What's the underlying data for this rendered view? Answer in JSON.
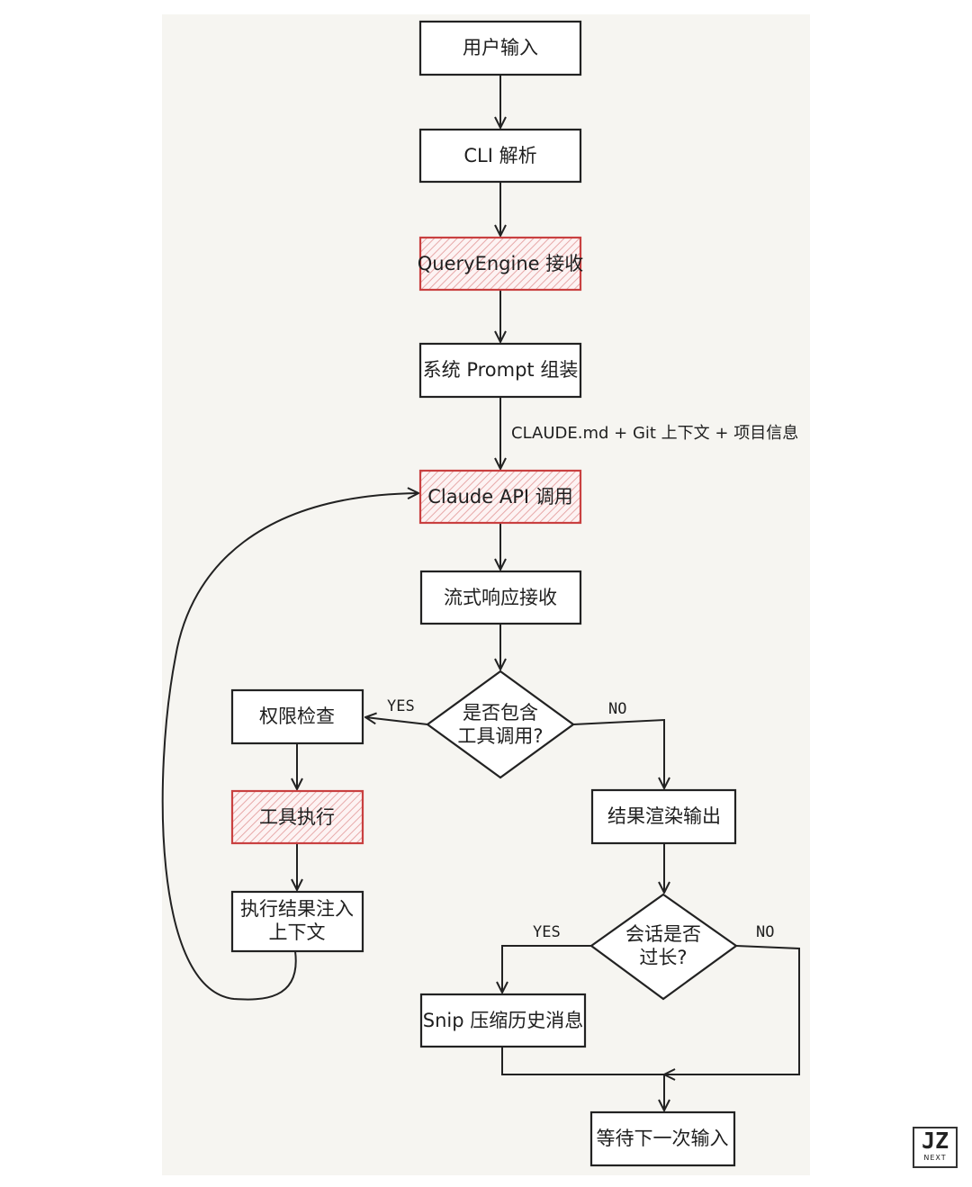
{
  "nodes": {
    "user_input": "用户输入",
    "cli_parse": "CLI 解析",
    "query_engine": "QueryEngine 接收",
    "system_prompt": "系统 Prompt 组装",
    "claude_api": "Claude API 调用",
    "stream_recv": "流式响应接收",
    "has_tool_line1": "是否包含",
    "has_tool_line2": "工具调用?",
    "permission_check": "权限检查",
    "tool_exec": "工具执行",
    "inject_line1": "执行结果注入",
    "inject_line2": "上下文",
    "render_output": "结果渲染输出",
    "too_long_line1": "会话是否",
    "too_long_line2": "过长?",
    "snip": "Snip 压缩历史消息",
    "wait_next": "等待下一次输入"
  },
  "edges": {
    "prompt_to_api_label": "CLAUDE.md + Git 上下文 + 项目信息",
    "tool_yes": "YES",
    "tool_no": "NO",
    "long_yes": "YES",
    "long_no": "NO"
  },
  "colors": {
    "stroke": "#222222",
    "highlight": "#c94040",
    "paper": "#f6f5f1"
  },
  "logo": {
    "main": "JZ",
    "sub": "NEXT"
  }
}
